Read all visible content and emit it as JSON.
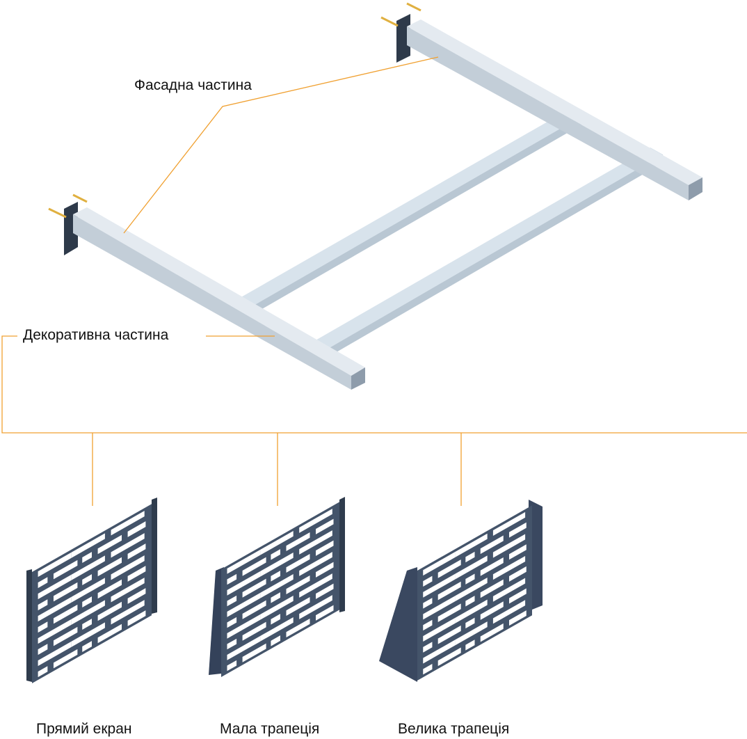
{
  "labels": {
    "facade": "Фасадна частина",
    "decorative": "Декоративна частина"
  },
  "panels": [
    {
      "caption": "Прямий екран",
      "type": "straight"
    },
    {
      "caption": "Мала трапеція",
      "type": "small-trapezoid"
    },
    {
      "caption": "Велика трапеція",
      "type": "large-trapezoid"
    }
  ],
  "colors": {
    "leader": "#f0a030",
    "panel": "#44546a",
    "steel": "#c9d3dc",
    "steel_dark": "#9eabb8",
    "steel_light": "#e4eaf0"
  }
}
